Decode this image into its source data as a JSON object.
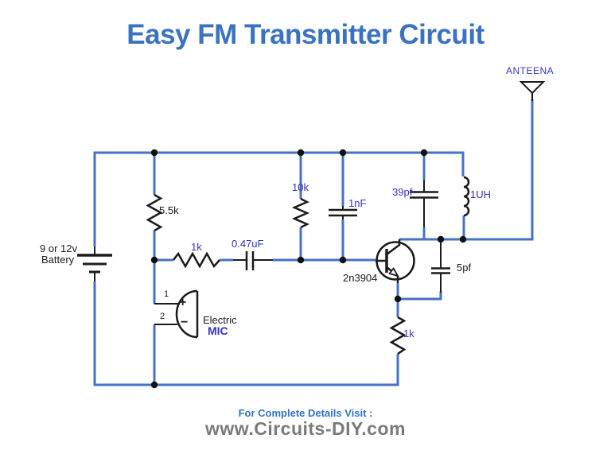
{
  "title": "Easy FM Transmitter Circuit",
  "antenna": {
    "label": "ANTEENA"
  },
  "battery": {
    "line1": "9 or 12v",
    "line2": "Battery"
  },
  "labels": {
    "r_55k": "5.5k",
    "r_1k_base": "1k",
    "c_047uf": "0.47uF",
    "r_10k": "10k",
    "c_1nf": "1nF",
    "c_39pf": "39pf",
    "l_1uh": "1UH",
    "c_5pf": "5pf",
    "q1": "2n3904",
    "r_1k_emitter": "1k"
  },
  "mic": {
    "pin1": "1",
    "pin2": "2",
    "plus": "+",
    "minus": "−",
    "name1": "Electric",
    "name2": "MIC"
  },
  "footer": {
    "line1": "For Complete Details Visit :",
    "line2": "www.Circuits-DIY.com"
  },
  "colors": {
    "wire_blue": "#4472c4",
    "component_black": "#1a1a1a",
    "label_blue": "#3233c8",
    "title_blue": "#3b72c0",
    "footer_blue": "#3272c4",
    "footer_gray": "#7a7a7a"
  }
}
